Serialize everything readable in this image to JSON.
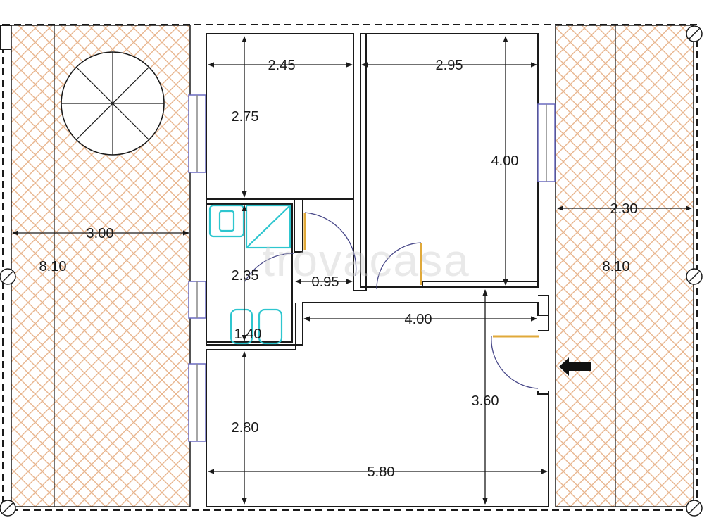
{
  "watermark": "trovacasa",
  "dimensions": {
    "bed1_width": "2.45",
    "bed2_width": "2.95",
    "bed1_depth": "2.75",
    "bed2_depth": "4.00",
    "right_terrace_width": "2.30",
    "left_terrace_width": "3.00",
    "left_terrace_length": "8.10",
    "right_terrace_length": "8.10",
    "bath_depth": "2.35",
    "hall_width": "0.95",
    "living_width": "4.00",
    "bath_width": "1.40",
    "entry_depth": "3.60",
    "living_depth": "2.80",
    "living_total_width": "5.80"
  },
  "colors": {
    "wall": "#1a1a1a",
    "terrace_tile": "#e8b58e",
    "fixtures": "#2ec6cf",
    "door_hinge": "#e0a93a",
    "door_swing": "#4a4a8a",
    "window": "#6a6ac0"
  },
  "icons": {
    "entrance": "entrance-arrow-icon",
    "staircase": "spiral-staircase-icon"
  }
}
